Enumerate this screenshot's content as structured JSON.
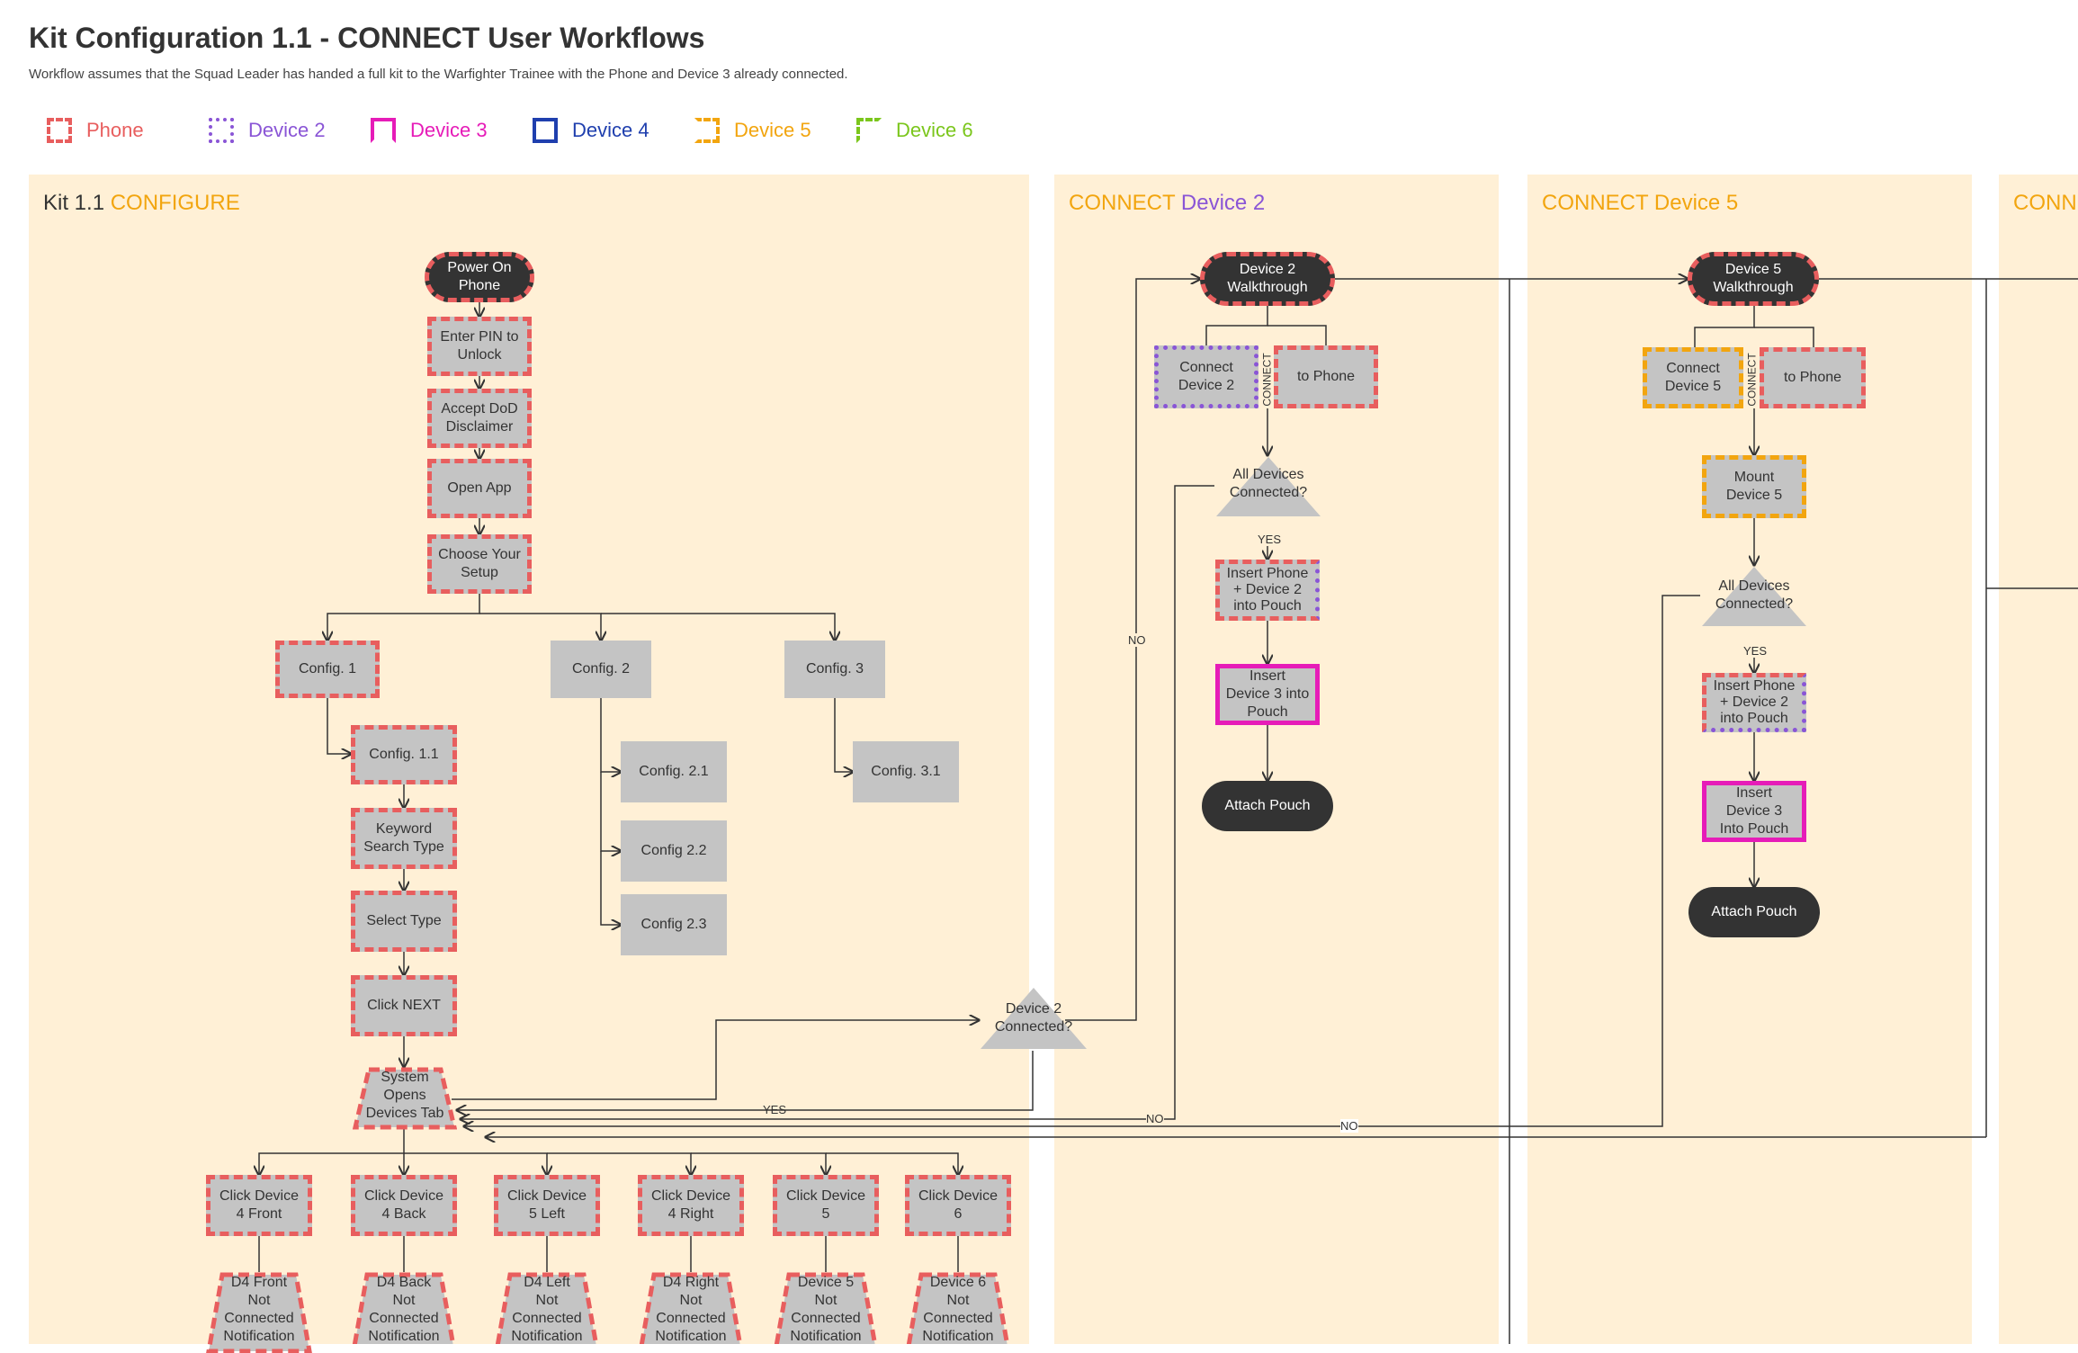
{
  "title": "Kit Configuration 1.1 - CONNECT User Workflows",
  "subtitle": "Workflow assumes that the Squad Leader has handed a full kit to the Warfighter Trainee with the Phone and Device 3 already connected.",
  "legend": [
    {
      "label": "Phone",
      "color": "#e85e5e",
      "style": "dashed"
    },
    {
      "label": "Device 2",
      "color": "#8a55d6",
      "style": "dotted"
    },
    {
      "label": "Device 3",
      "color": "#e61cb8",
      "style": "solid-bracket"
    },
    {
      "label": "Device 4",
      "color": "#1f3fae",
      "style": "solid"
    },
    {
      "label": "Device 5",
      "color": "#f2a50f",
      "style": "dashed-bracket"
    },
    {
      "label": "Device 6",
      "color": "#7bc61c",
      "style": "dashed-bracket"
    }
  ],
  "lanes": {
    "configure": {
      "prefix": "Kit 1.1 ",
      "accent": "CONFIGURE"
    },
    "connect2": {
      "prefix": "CONNECT ",
      "accent": "Device 2"
    },
    "connect5": {
      "prefix": "CONNECT Device 5"
    },
    "connect_next": {
      "prefix": "CONN"
    }
  },
  "configure_nodes": {
    "power_on": [
      "Power On",
      "Phone"
    ],
    "enter_pin": [
      "Enter PIN to",
      "Unlock"
    ],
    "accept_dod": [
      "Accept DoD",
      "Disclaimer"
    ],
    "open_app": [
      "Open App"
    ],
    "choose_setup": [
      "Choose Your",
      "Setup"
    ],
    "config1": "Config. 1",
    "config2": "Config. 2",
    "config3": "Config. 3",
    "config11": "Config. 1.1",
    "config21": "Config. 2.1",
    "config22": "Config 2.2",
    "config23": "Config 2.3",
    "config31": "Config. 3.1",
    "keyword": [
      "Keyword",
      "Search Type"
    ],
    "select_type": "Select Type",
    "click_next": "Click NEXT",
    "system_opens": [
      "System",
      "Opens",
      "Devices Tab"
    ],
    "device2_connected": [
      "Device 2",
      "Connected?"
    ],
    "click_buttons": [
      [
        "Click Device",
        "4 Front"
      ],
      [
        "Click Device",
        "4 Back"
      ],
      [
        "Click Device",
        "5 Left"
      ],
      [
        "Click Device",
        "4 Right"
      ],
      [
        "Click Device",
        "5"
      ],
      [
        "Click Device",
        "6"
      ]
    ],
    "notifications": [
      [
        "D4 Front",
        "Not",
        "Connected",
        "Notification"
      ],
      [
        "D4 Back",
        "Not",
        "Connected",
        "Notification"
      ],
      [
        "D4 Left",
        "Not",
        "Connected",
        "Notification"
      ],
      [
        "D4 Right",
        "Not",
        "Connected",
        "Notification"
      ],
      [
        "Device 5",
        "Not",
        "Connected",
        "Notification"
      ],
      [
        "Device 6",
        "Not",
        "Connected",
        "Notification"
      ]
    ]
  },
  "connect2_nodes": {
    "walkthrough": [
      "Device 2",
      "Walkthrough"
    ],
    "connect_dev": [
      "Connect",
      "Device 2"
    ],
    "connect_word": "CONNECT",
    "to_phone": "to Phone",
    "all_connected": [
      "All Devices",
      "Connected?"
    ],
    "insert_phone": [
      "Insert Phone",
      "+ Device 2",
      "into Pouch"
    ],
    "insert_d3": [
      "Insert",
      "Device 3 into",
      "Pouch"
    ],
    "attach": "Attach Pouch"
  },
  "connect5_nodes": {
    "walkthrough": [
      "Device 5",
      "Walkthrough"
    ],
    "connect_dev": [
      "Connect",
      "Device 5"
    ],
    "connect_word": "CONNECT",
    "to_phone": "to Phone",
    "mount": [
      "Mount",
      "Device 5"
    ],
    "all_connected": [
      "All Devices",
      "Connected?"
    ],
    "insert_phone": [
      "Insert Phone",
      "+ Device 2",
      "into Pouch"
    ],
    "insert_d3": [
      "Insert",
      "Device 3",
      "Into Pouch"
    ],
    "attach": "Attach Pouch"
  },
  "edge_labels": {
    "yes": "YES",
    "no": "NO"
  }
}
